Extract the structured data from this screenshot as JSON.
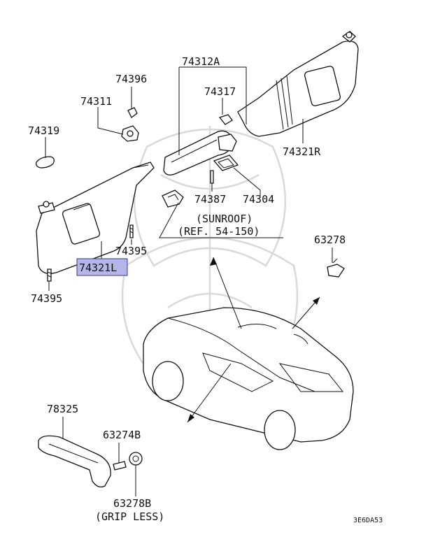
{
  "labels": {
    "p74312A": "74312A",
    "p74396": "74396",
    "p74317": "74317",
    "p74311": "74311",
    "p74319": "74319",
    "p74321R": "74321R",
    "p74387": "74387",
    "p74304": "74304",
    "sunroof_line1": "(SUNROOF)",
    "sunroof_line2": "(REF. 54-150)",
    "p74395_upper": "74395",
    "p74321L": "74321L",
    "p63278": "63278",
    "p74395_lower": "74395",
    "p78325": "78325",
    "p63274B": "63274B",
    "p63278B": "63278B",
    "grip_less": "(GRIP LESS)",
    "diagram_code": "3E6DA53"
  },
  "highlight": {
    "part": "74321L",
    "color": "#b4b6e8"
  }
}
